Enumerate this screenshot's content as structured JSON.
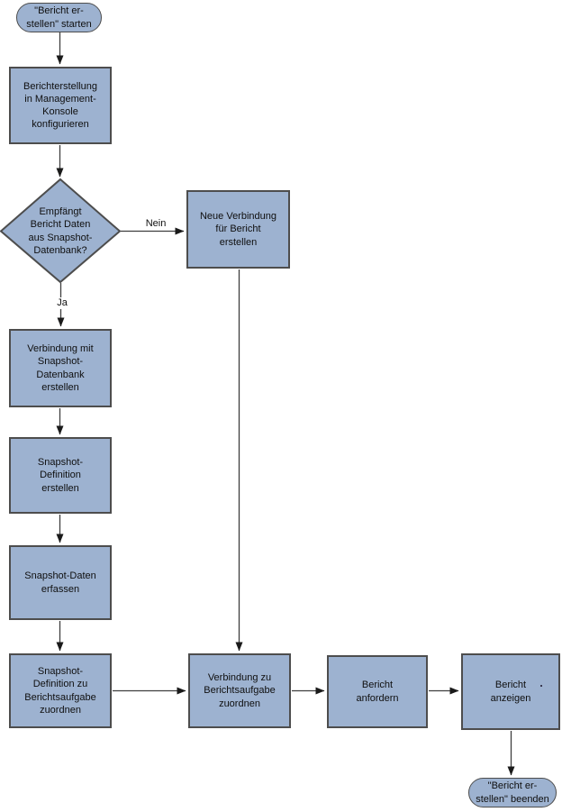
{
  "diagram": {
    "type": "flowchart",
    "language": "de",
    "nodes": {
      "start": {
        "shape": "terminator",
        "label": "\"Bericht er-\nstellen\" starten"
      },
      "configure": {
        "shape": "process",
        "label": "Berichterstellung\nin Management-\nKonsole\nkonfigurieren"
      },
      "decision": {
        "shape": "decision",
        "label": "Empfängt\nBericht Daten\naus Snapshot-\nDatenbank?"
      },
      "new_connection": {
        "shape": "process",
        "label": "Neue Verbindung\nfür Bericht\nerstellen"
      },
      "connect_snapshot_db": {
        "shape": "process",
        "label": "Verbindung mit\nSnapshot-\nDatenbank\nerstellen"
      },
      "create_snapshot_definition": {
        "shape": "process",
        "label": "Snapshot-\nDefinition\nerstellen"
      },
      "capture_snapshot_data": {
        "shape": "process",
        "label": "Snapshot-Daten\nerfassen"
      },
      "assign_snapshot_definition": {
        "shape": "process",
        "label": "Snapshot-\nDefinition zu\nBerichtsaufgabe\nzuordnen"
      },
      "assign_connection": {
        "shape": "process",
        "label": "Verbindung zu\nBerichtsaufgabe\nzuordnen"
      },
      "request_report": {
        "shape": "process",
        "label": "Bericht\nanfordern"
      },
      "show_report": {
        "shape": "process",
        "label": "Bericht\nanzeigen"
      },
      "end": {
        "shape": "terminator",
        "label": "\"Bericht er-\nstellen\" beenden"
      }
    },
    "edge_labels": {
      "no": "Nein",
      "yes": "Ja"
    },
    "colors": {
      "node_fill": "#9DB2D0",
      "node_border": "#4D4D4D",
      "connector": "#3F3F3F",
      "arrowhead": "#1A1A1A",
      "text": "#0F0F0F",
      "background": "#FFFFFF"
    }
  }
}
